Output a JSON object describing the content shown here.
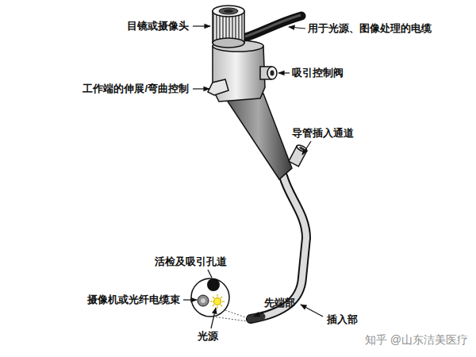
{
  "diagram": {
    "labels": [
      "目镜或摄像头",
      "用于光源、图像处理的电缆",
      "吸引控制阀",
      "工作端的伸展/弯曲控制",
      "导管插入通道",
      "活检及吸引孔道",
      "摄像机或光纤电缆束",
      "光源",
      "先端部",
      "插入部",
      "知乎 @山东洁美医疗"
    ]
  }
}
